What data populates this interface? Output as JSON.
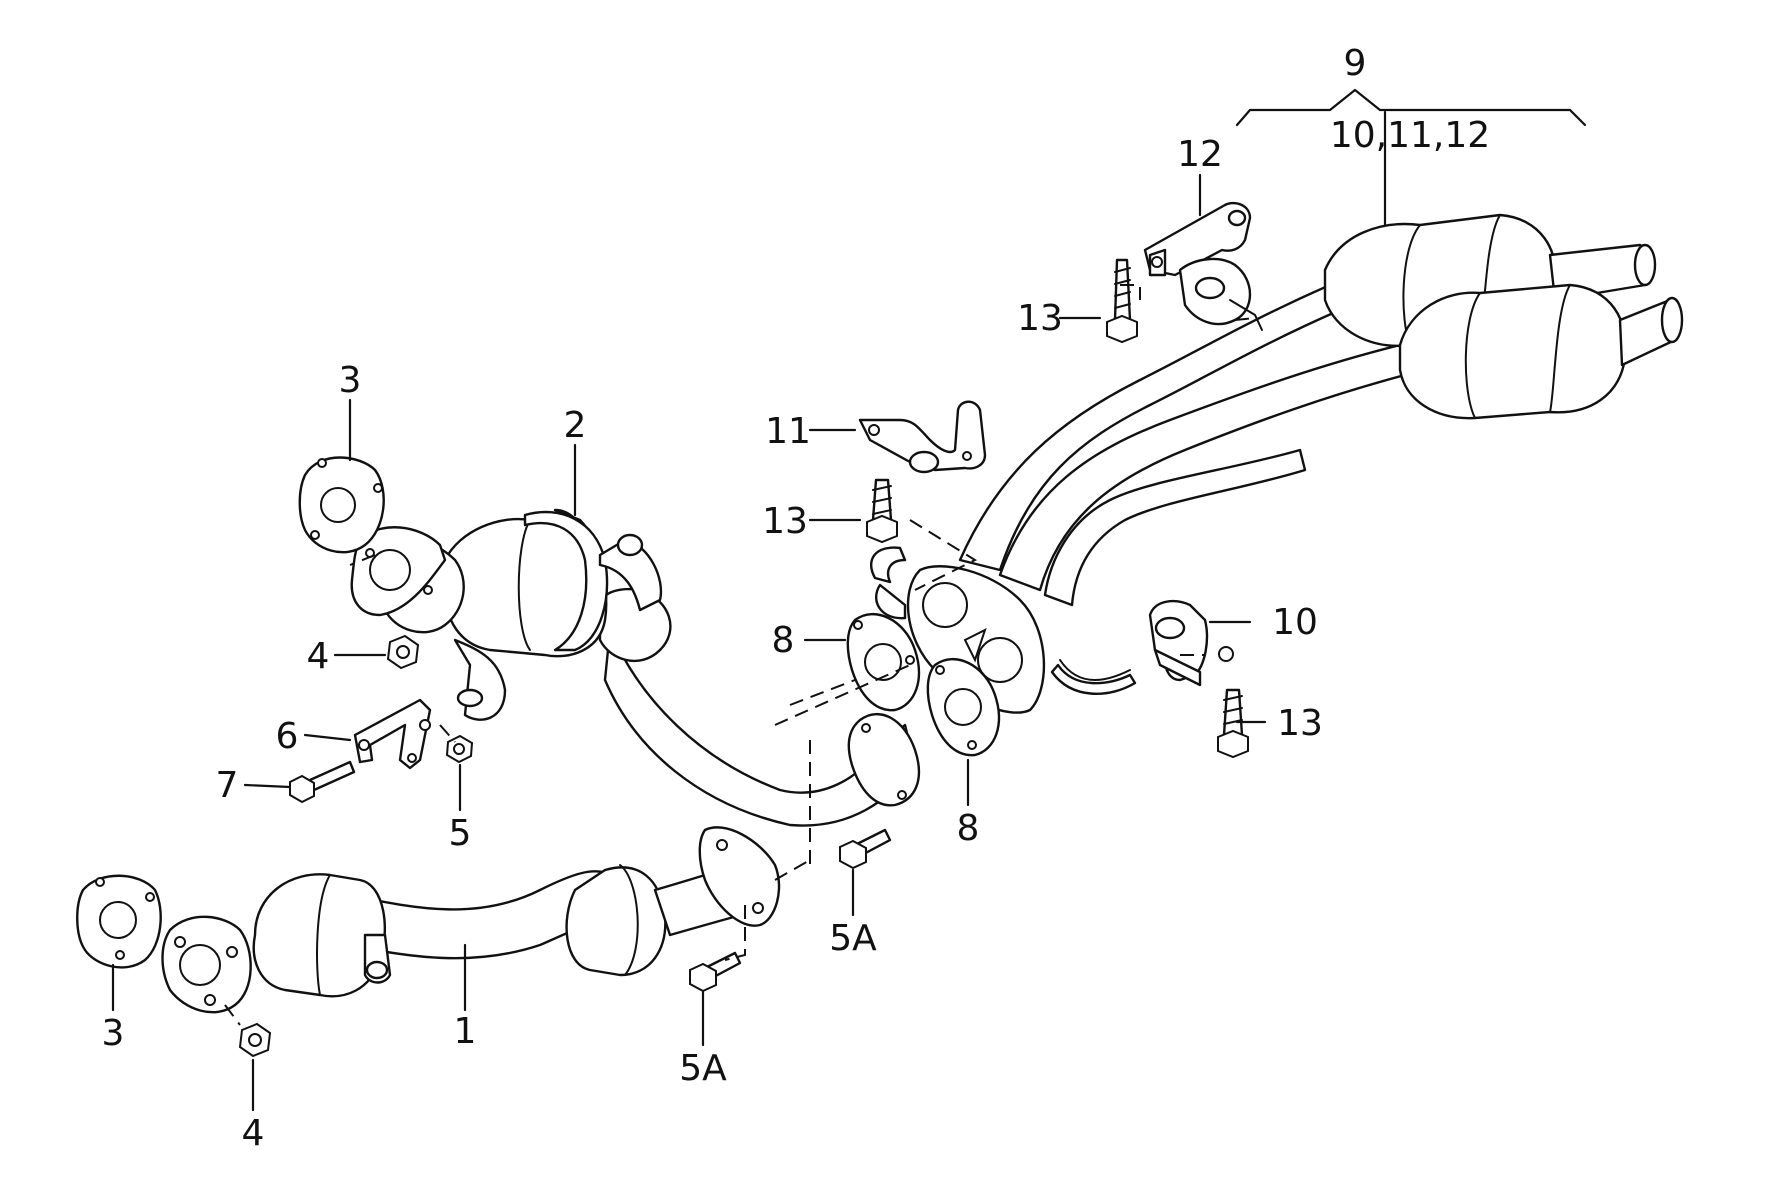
{
  "diagram": {
    "callouts": [
      {
        "id": "c9",
        "text": "9"
      },
      {
        "id": "c10-11-12",
        "text": "10,11,12"
      },
      {
        "id": "c12",
        "text": "12"
      },
      {
        "id": "c13-a",
        "text": "13"
      },
      {
        "id": "c11",
        "text": "11"
      },
      {
        "id": "c13-b",
        "text": "13"
      },
      {
        "id": "c3-top",
        "text": "3"
      },
      {
        "id": "c2",
        "text": "2"
      },
      {
        "id": "c8-left",
        "text": "8"
      },
      {
        "id": "c10",
        "text": "10"
      },
      {
        "id": "c4-top",
        "text": "4"
      },
      {
        "id": "c6",
        "text": "6"
      },
      {
        "id": "c7",
        "text": "7"
      },
      {
        "id": "c5",
        "text": "5"
      },
      {
        "id": "c13-c",
        "text": "13"
      },
      {
        "id": "c8-bottom",
        "text": "8"
      },
      {
        "id": "c5a-right",
        "text": "5A"
      },
      {
        "id": "c3-bottom",
        "text": "3"
      },
      {
        "id": "c1",
        "text": "1"
      },
      {
        "id": "c5a-left",
        "text": "5A"
      },
      {
        "id": "c4-bottom",
        "text": "4"
      }
    ]
  }
}
